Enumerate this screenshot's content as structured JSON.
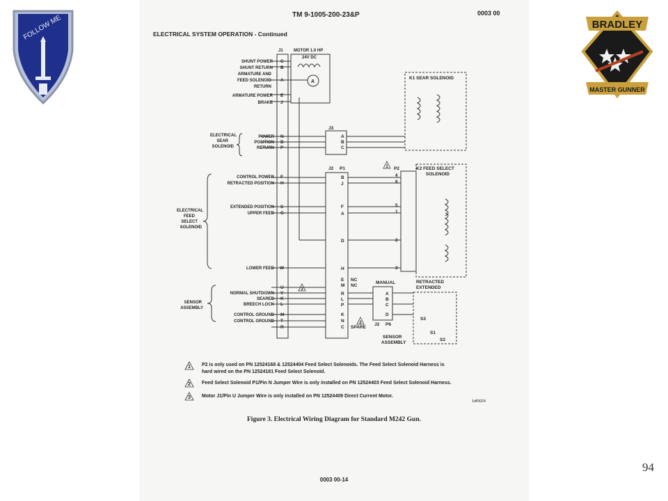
{
  "header": {
    "tm_number": "TM 9-1005-200-23&P",
    "work_package": "0003 00"
  },
  "section_title": "ELECTRICAL SYSTEM OPERATION - Continued",
  "logos": {
    "left_text": "FOLLOW ME",
    "right_top": "BRADLEY",
    "right_bottom": "MASTER GUNNER"
  },
  "motor": {
    "label": "MOTOR 1.0 HP",
    "voltage": "24V DC",
    "armature_symbol": "A"
  },
  "j1": {
    "label": "J1",
    "signals": [
      {
        "name": "SHUNT POWER",
        "pin": "C"
      },
      {
        "name": "SHUNT RETURN",
        "pin": "B"
      },
      {
        "name": "ARMATURE AND",
        "pin": ""
      },
      {
        "name": "FEED SOLENOID",
        "pin": "A"
      },
      {
        "name": "RETURN",
        "pin": ""
      },
      {
        "name": "ARMATURE POWER",
        "pin": "E"
      },
      {
        "name": "BRAKE",
        "pin": "J"
      }
    ]
  },
  "sear_group": {
    "group_label": [
      "ELECTRICAL",
      "SEAR",
      "SOLENOID"
    ],
    "signals": [
      {
        "name": "POWER",
        "pin": "N"
      },
      {
        "name": "POSITION",
        "pin": "D"
      },
      {
        "name": "RETURN",
        "pin": "P"
      }
    ]
  },
  "j3": {
    "label": "J3",
    "pins": [
      "A",
      "B",
      "C"
    ]
  },
  "k1": {
    "label": "K1 SEAR SOLENOID"
  },
  "feed_group": {
    "group_label": [
      "ELECTRICAL",
      "FEED",
      "SELECT",
      "SOLENOID"
    ],
    "signals": [
      {
        "name": "CONTROL POWER",
        "pin": "F"
      },
      {
        "name": "RETRACTED POSITION",
        "pin": "H"
      },
      {
        "name": "EXTENDED POSITION",
        "pin": "S"
      },
      {
        "name": "UPPER FEED",
        "pin": "G"
      },
      {
        "name": "LOWER FEED",
        "pin": "W"
      }
    ]
  },
  "j2": {
    "label": "J2",
    "p1_label": "P1",
    "pins": [
      "B",
      "J",
      "F",
      "A",
      "D",
      "H"
    ]
  },
  "p2": {
    "label": "P2",
    "pins": [
      "4",
      "6",
      "5",
      "1",
      "2",
      "3"
    ]
  },
  "k2": {
    "label": "K2 FEED SELECT",
    "label2": "SOLENOID",
    "retracted": "RETRACTED",
    "extended": "EXTENDED"
  },
  "sensor_group": {
    "group_label": [
      "SENSOR",
      "ASSEMBLY"
    ],
    "signals": [
      {
        "name": "NORMAL SHUTDOWN",
        "pin": "U"
      },
      {
        "name": "SEARED",
        "pin": "V"
      },
      {
        "name": "BREECH LOCK",
        "pin": "K"
      },
      {
        "name": "CONTROL GROUND",
        "pin": "M"
      },
      {
        "name": "CONTROL GROUND",
        "pin": "T"
      },
      {
        "name": "",
        "pin": "L"
      },
      {
        "name": "",
        "pin": "R"
      }
    ]
  },
  "j1_lower_pins": [
    "E",
    "M",
    "R",
    "L",
    "P",
    "K",
    "N",
    "C"
  ],
  "nc_labels": [
    "NC",
    "NC"
  ],
  "manual_label": "MANUAL",
  "p6": {
    "label": "P6",
    "j2": "J2",
    "pins": [
      "A",
      "B",
      "C",
      "D"
    ]
  },
  "spare_label": "SPARE",
  "sensor_assembly_label": [
    "SENSOR",
    "ASSEMBLY"
  ],
  "switches": [
    "S3",
    "S1",
    "S2"
  ],
  "notes": [
    {
      "num": "1",
      "text": "P2 is only used on PN 12524168 & 12524404 Feed Select Solenoids. The Feed Select Solenoid Harness is",
      "text2": "hard wired on the PN 12524181 Feed Select Solenoid."
    },
    {
      "num": "2",
      "text": "Feed Select Solenoid P1/Pin N Jumper Wire is only installed on PN 12524403 Feed Select Solenoid Harness."
    },
    {
      "num": "3",
      "text": "Motor J1/Pin U Jumper Wire is only installed on PN 12524409 Direct Current Motor."
    }
  ],
  "figure_id": "1df0024",
  "caption": "Figure 3.  Electrical Wiring Diagram for Standard M242 Gun.",
  "footer": "0003 00-14",
  "page_number": "94"
}
